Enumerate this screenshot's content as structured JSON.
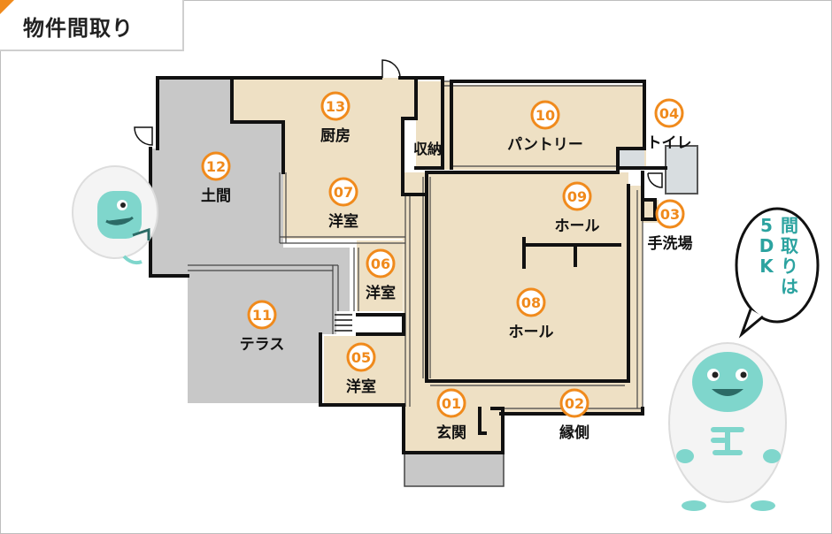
{
  "header": {
    "title": "物件間取り"
  },
  "rooms": [
    {
      "id": "n13",
      "number": "13",
      "name": "厨房"
    },
    {
      "id": "n12",
      "number": "12",
      "name": "土間"
    },
    {
      "id": "n07",
      "number": "07",
      "name": "洋室"
    },
    {
      "id": "n06",
      "number": "06",
      "name": "洋室"
    },
    {
      "id": "n11",
      "number": "11",
      "name": "テラス"
    },
    {
      "id": "n05",
      "number": "05",
      "name": "洋室"
    },
    {
      "id": "n10",
      "number": "10",
      "name": "パントリー"
    },
    {
      "id": "n09",
      "number": "09",
      "name": "ホール"
    },
    {
      "id": "n08",
      "number": "08",
      "name": "ホール"
    },
    {
      "id": "n04",
      "number": "04",
      "name": "トイレ"
    },
    {
      "id": "n03",
      "number": "03",
      "name": "手洗場"
    },
    {
      "id": "n01",
      "number": "01",
      "name": "玄関"
    },
    {
      "id": "n02",
      "number": "02",
      "name": "縁側"
    }
  ],
  "storage_label": "収納",
  "speech_bubble": {
    "text": "間取りは5DK"
  },
  "colors": {
    "accent": "#f08a1c",
    "floor": "#eee0c4",
    "tile": "#c8c8c8",
    "wall": "#111111",
    "mascot": "#7fd6cc"
  }
}
